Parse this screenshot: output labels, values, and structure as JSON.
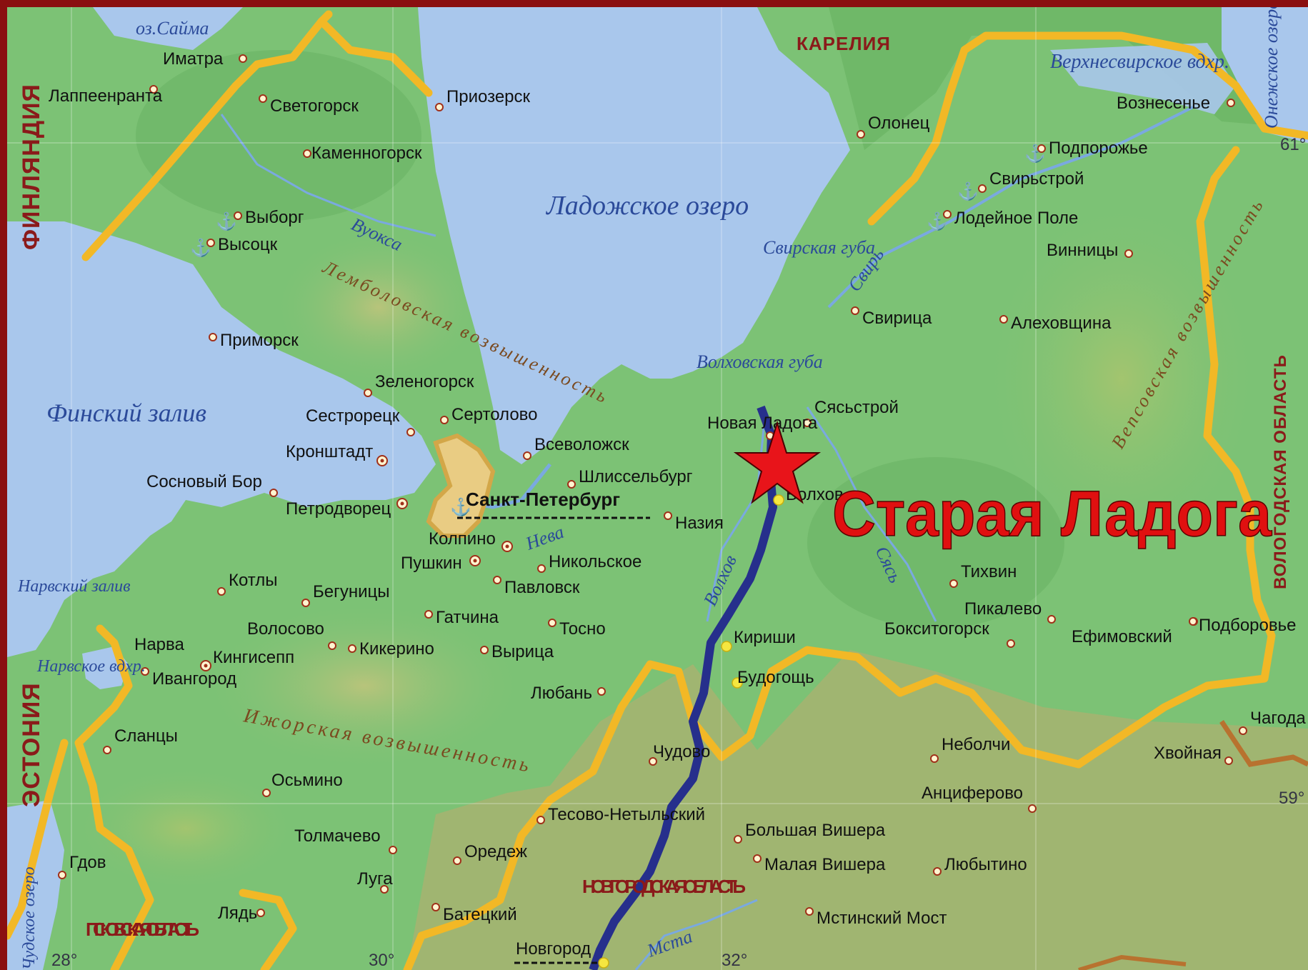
{
  "colors": {
    "water": "#a9c7ec",
    "land": "#7cc275",
    "land_dark": "#5ea85a",
    "land_south": "#a9b271",
    "border": "#f2b826",
    "route": "#262f8c",
    "star": "#e8141a",
    "title": "#e01010",
    "frame": "#8a0f10"
  },
  "map": {
    "title": "Старая Ладога",
    "cities": [
      {
        "name": "Иматра"
      },
      {
        "name": "Лаппеенранта"
      },
      {
        "name": "Светогорск"
      },
      {
        "name": "Приозерск"
      },
      {
        "name": "Каменногорск"
      },
      {
        "name": "Выборг"
      },
      {
        "name": "Высоцк"
      },
      {
        "name": "Приморск"
      },
      {
        "name": "Зеленогорск"
      },
      {
        "name": "Сестрорецк"
      },
      {
        "name": "Сертолово"
      },
      {
        "name": "Всеволожск"
      },
      {
        "name": "Кронштадт"
      },
      {
        "name": "Шлиссельбург"
      },
      {
        "name": "Сосновый Бор"
      },
      {
        "name": "Петродворец"
      },
      {
        "name": "Санкт-Петербург"
      },
      {
        "name": "Колпино"
      },
      {
        "name": "Пушкин"
      },
      {
        "name": "Никольское"
      },
      {
        "name": "Павловск"
      },
      {
        "name": "Котлы"
      },
      {
        "name": "Бегуницы"
      },
      {
        "name": "Гатчина"
      },
      {
        "name": "Тосно"
      },
      {
        "name": "Волосово"
      },
      {
        "name": "Кикерино"
      },
      {
        "name": "Вырица"
      },
      {
        "name": "Нарва"
      },
      {
        "name": "Кингисепп"
      },
      {
        "name": "Ивангород"
      },
      {
        "name": "Любань"
      },
      {
        "name": "Сланцы"
      },
      {
        "name": "Осьмино"
      },
      {
        "name": "Тесово-Нетыльский"
      },
      {
        "name": "Чудово"
      },
      {
        "name": "Толмачево"
      },
      {
        "name": "Оредеж"
      },
      {
        "name": "Гдов"
      },
      {
        "name": "Луга"
      },
      {
        "name": "Батецкий"
      },
      {
        "name": "Лядь"
      },
      {
        "name": "Новгород"
      },
      {
        "name": "Олонец"
      },
      {
        "name": "Вознесенье"
      },
      {
        "name": "Подпорожье"
      },
      {
        "name": "Свирьстрой"
      },
      {
        "name": "Лодейное Поле"
      },
      {
        "name": "Винницы"
      },
      {
        "name": "Свирица"
      },
      {
        "name": "Алеховщина"
      },
      {
        "name": "Новая Ладога"
      },
      {
        "name": "Сясьстрой"
      },
      {
        "name": "Волхов"
      },
      {
        "name": "Назия"
      },
      {
        "name": "Тихвин"
      },
      {
        "name": "Пикалево"
      },
      {
        "name": "Бокситогорск"
      },
      {
        "name": "Ефимовский"
      },
      {
        "name": "Подборовье"
      },
      {
        "name": "Кириши"
      },
      {
        "name": "Будогощь"
      },
      {
        "name": "Неболчи"
      },
      {
        "name": "Хвойная"
      },
      {
        "name": "Чагода"
      },
      {
        "name": "Анциферово"
      },
      {
        "name": "Большая Вишера"
      },
      {
        "name": "Малая Вишера"
      },
      {
        "name": "Любытино"
      },
      {
        "name": "Мстинский Мост"
      }
    ],
    "water_labels": [
      {
        "name": "оз.Сайма"
      },
      {
        "name": "Ладожское озеро"
      },
      {
        "name": "Финский залив"
      },
      {
        "name": "Свирская губа"
      },
      {
        "name": "Волховская губа"
      },
      {
        "name": "Нарвский залив"
      },
      {
        "name": "Нарвское вдхр."
      },
      {
        "name": "Верхнесвирское вдхр."
      },
      {
        "name": "Онежское озеро"
      },
      {
        "name": "Чудское озеро"
      }
    ],
    "river_labels": [
      {
        "name": "Вуокса"
      },
      {
        "name": "Свирь"
      },
      {
        "name": "Нева"
      },
      {
        "name": "Волхов"
      },
      {
        "name": "Сясь"
      },
      {
        "name": "Мста"
      }
    ],
    "relief_labels": [
      {
        "name": "Лемболовская возвышенность"
      },
      {
        "name": "Ижорская возвышенность"
      },
      {
        "name": "Вепсовская возвышенность"
      }
    ],
    "regions": [
      {
        "name": "ФИНЛЯНДИЯ"
      },
      {
        "name": "ЭСТОНИЯ"
      },
      {
        "name": "КАРЕЛИЯ"
      },
      {
        "name": "ВОЛОГОДСКАЯ ОБЛАСТЬ"
      },
      {
        "name": "НОВГОРОДСКАЯ ОБЛАСТЬ"
      },
      {
        "name": "ПСКОВСКАЯ ОБЛАСТЬ"
      }
    ],
    "grid_labels": [
      "28°",
      "30°",
      "32°",
      "59°",
      "61°"
    ]
  }
}
